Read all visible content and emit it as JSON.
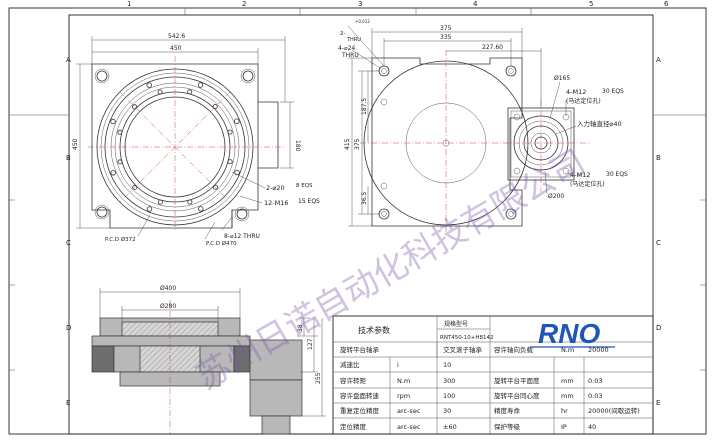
{
  "frame": {
    "col_numbers": [
      "1",
      "2",
      "3",
      "4",
      "5",
      "6"
    ],
    "row_letters": [
      "A",
      "B",
      "C",
      "D",
      "E"
    ]
  },
  "front_view": {
    "dim_542_6": "542.6",
    "dim_450_top": "450",
    "dim_450_left": "450",
    "dim_180": "180",
    "callout_2_phi20": "2-⌀20",
    "callout_2_phi20_depth": "8 EQS",
    "callout_12_m16": "12-M16",
    "callout_12_m16_depth": "15 EQS",
    "callout_8_phi12": "8-⌀12 THRU",
    "pcd_372": "P.C.D Ø372",
    "pcd_470": "P.C.D Ø470"
  },
  "top_view": {
    "callout_2_phi": "2-",
    "callout_thru": "THRU",
    "callout_tol": "+0.012",
    "callout_4_phi24": "4-⌀24",
    "callout_4_thru": "THRU",
    "dim_375_top": "375",
    "dim_335": "335",
    "dim_227_60": "227.60",
    "dim_415": "415",
    "dim_375_left": "375",
    "dim_187_5": "187.5",
    "dim_36_5": "36.5",
    "dim_165": "Ø165",
    "callout_4_m12_a": "4-M12",
    "callout_4_m12_a_depth": "30 EQS",
    "motor_hole_label_a": "(马达定位孔)",
    "input_shaft_label": "入力轴直径⌀40",
    "callout_4_m12_b": "4-M12",
    "callout_4_m12_b_depth": "30 EQS",
    "motor_hole_label_b": "(马达定位孔)",
    "dim_200": "Ø200"
  },
  "side_view": {
    "dim_400": "Ø400",
    "dim_280": "Ø280",
    "dim_38": "38",
    "dim_127": "127",
    "dim_255": "255"
  },
  "spec_table": {
    "title": "技术参数",
    "model_label": "规格型号",
    "model_value": "RNT450-10+H8142",
    "brand": "RNO",
    "rows": [
      {
        "name": "旋转平台轴承",
        "unit": "",
        "value": "交叉滚子轴承",
        "name2": "容许轴向负载",
        "unit2": "N.m",
        "value2": "20000"
      },
      {
        "name": "减速比",
        "unit": "i",
        "value": "10",
        "name2": "",
        "unit2": "",
        "value2": ""
      },
      {
        "name": "容许转矩",
        "unit": "N.m",
        "value": "300",
        "name2": "旋转平台平面度",
        "unit2": "mm",
        "value2": "0.03"
      },
      {
        "name": "容许盘面转速",
        "unit": "rpm",
        "value": "100",
        "name2": "旋转平台同心度",
        "unit2": "mm",
        "value2": "0.03"
      },
      {
        "name": "重复定位精度",
        "unit": "arc-sec",
        "value": "30",
        "name2": "精度寿命",
        "unit2": "hr",
        "value2": "20000(间歇运转)"
      },
      {
        "name": "定位精度",
        "unit": "arc-sec",
        "value": "±60",
        "name2": "保护等级",
        "unit2": "IP",
        "value2": "40"
      }
    ]
  },
  "watermark": {
    "text": "苏州日诺自动化科技有限公司"
  }
}
